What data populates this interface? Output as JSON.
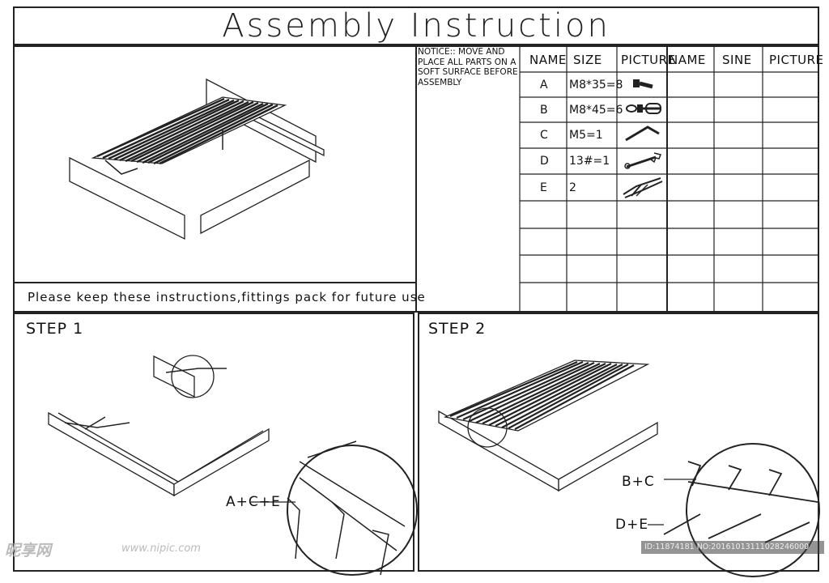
{
  "title": "Assembly Instruction",
  "notice": "NOTICE:: MOVE AND PLACE ALL PARTS ON A SOFT SURFACE BEFORE ASSEMBLY",
  "keep_note": "Please keep these instructions,fittings pack for future use",
  "table": {
    "headers_left": [
      "NAME",
      "SIZE",
      "PICTURE"
    ],
    "headers_right": [
      "NAME",
      "SINE",
      "PICTURE"
    ],
    "rows": [
      {
        "name": "A",
        "size": "M8*35=8",
        "icon": "bolt-icon"
      },
      {
        "name": "B",
        "size": "M8*45=6",
        "icon": "bolt-washer-icon"
      },
      {
        "name": "C",
        "size": "M5=1",
        "icon": "allen-key-icon"
      },
      {
        "name": "D",
        "size": "13#=1",
        "icon": "spanner-icon"
      },
      {
        "name": "E",
        "size": "2",
        "icon": "gas-lift-mechanism-icon"
      }
    ]
  },
  "steps": {
    "step1": {
      "label": "STEP 1",
      "callout": "A+C+E"
    },
    "step2": {
      "label": "STEP 2",
      "callout_top": "B+C",
      "callout_bottom": "D+E"
    }
  },
  "watermark": {
    "logo": "昵享网",
    "url": "www.nipic.com",
    "id_text": "ID:11874181 NO:20161013111028246000"
  }
}
